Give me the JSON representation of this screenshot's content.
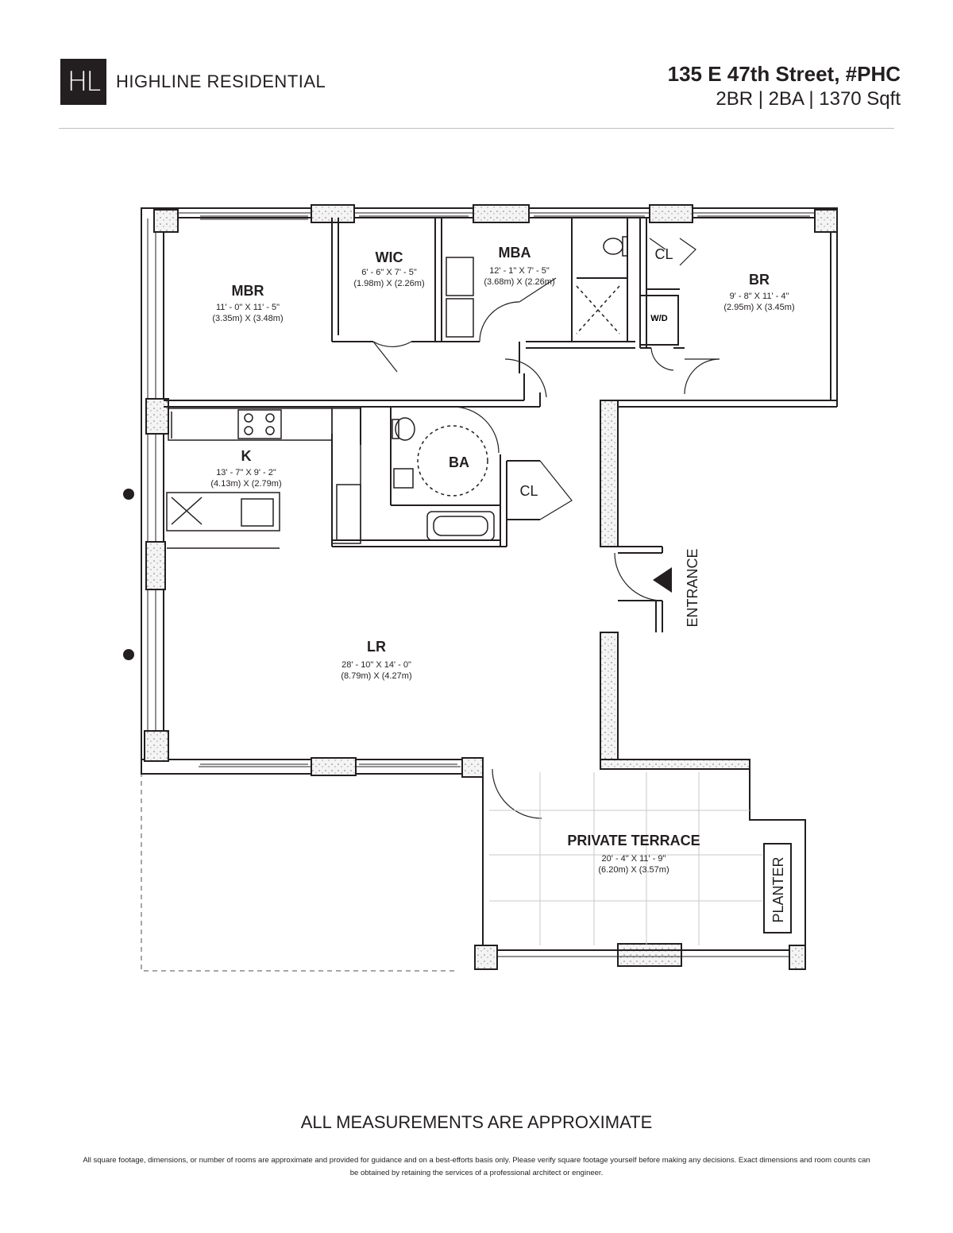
{
  "header": {
    "logo_mark": "HL",
    "brand": "HIGHLINE RESIDENTIAL",
    "address": "135 E 47th Street, #PHC",
    "specs": "2BR | 2BA | 1370 Sqft"
  },
  "rooms": {
    "mbr": {
      "name": "MBR",
      "dim": "11' - 0\" X 11' - 5\"",
      "metric": "(3.35m) X (3.48m)"
    },
    "wic": {
      "name": "WIC",
      "dim": "6' - 6\" X 7' - 5\"",
      "metric": "(1.98m) X (2.26m)"
    },
    "mba": {
      "name": "MBA",
      "dim": "12' - 1\" X 7' - 5\"",
      "metric": "(3.68m) X (2.26m)"
    },
    "br": {
      "name": "BR",
      "dim": "9' - 8\" X 11' - 4\"",
      "metric": "(2.95m) X (3.45m)"
    },
    "kitchen": {
      "name": "K",
      "dim": "13' - 7\" X 9' - 2\"",
      "metric": "(4.13m) X (2.79m)"
    },
    "ba": {
      "name": "BA"
    },
    "lr": {
      "name": "LR",
      "dim": "28' - 10\" X 14' - 0\"",
      "metric": "(8.79m) X (4.27m)"
    },
    "terrace": {
      "name": "PRIVATE TERRACE",
      "dim": "20' - 4\" X 11' - 9\"",
      "metric": "(6.20m) X (3.57m)"
    }
  },
  "labels": {
    "cl": "CL",
    "wd": "W/D",
    "entrance": "ENTRANCE",
    "planter": "PLANTER"
  },
  "footer": {
    "note": "ALL MEASUREMENTS ARE APPROXIMATE",
    "disclaimer": "All square footage, dimensions, or number of rooms are approximate and provided for guidance and on a best-efforts basis only. Please verify square footage yourself before making any decisions. Exact dimensions and room counts can be obtained by retaining the services of a professional architect or engineer."
  }
}
